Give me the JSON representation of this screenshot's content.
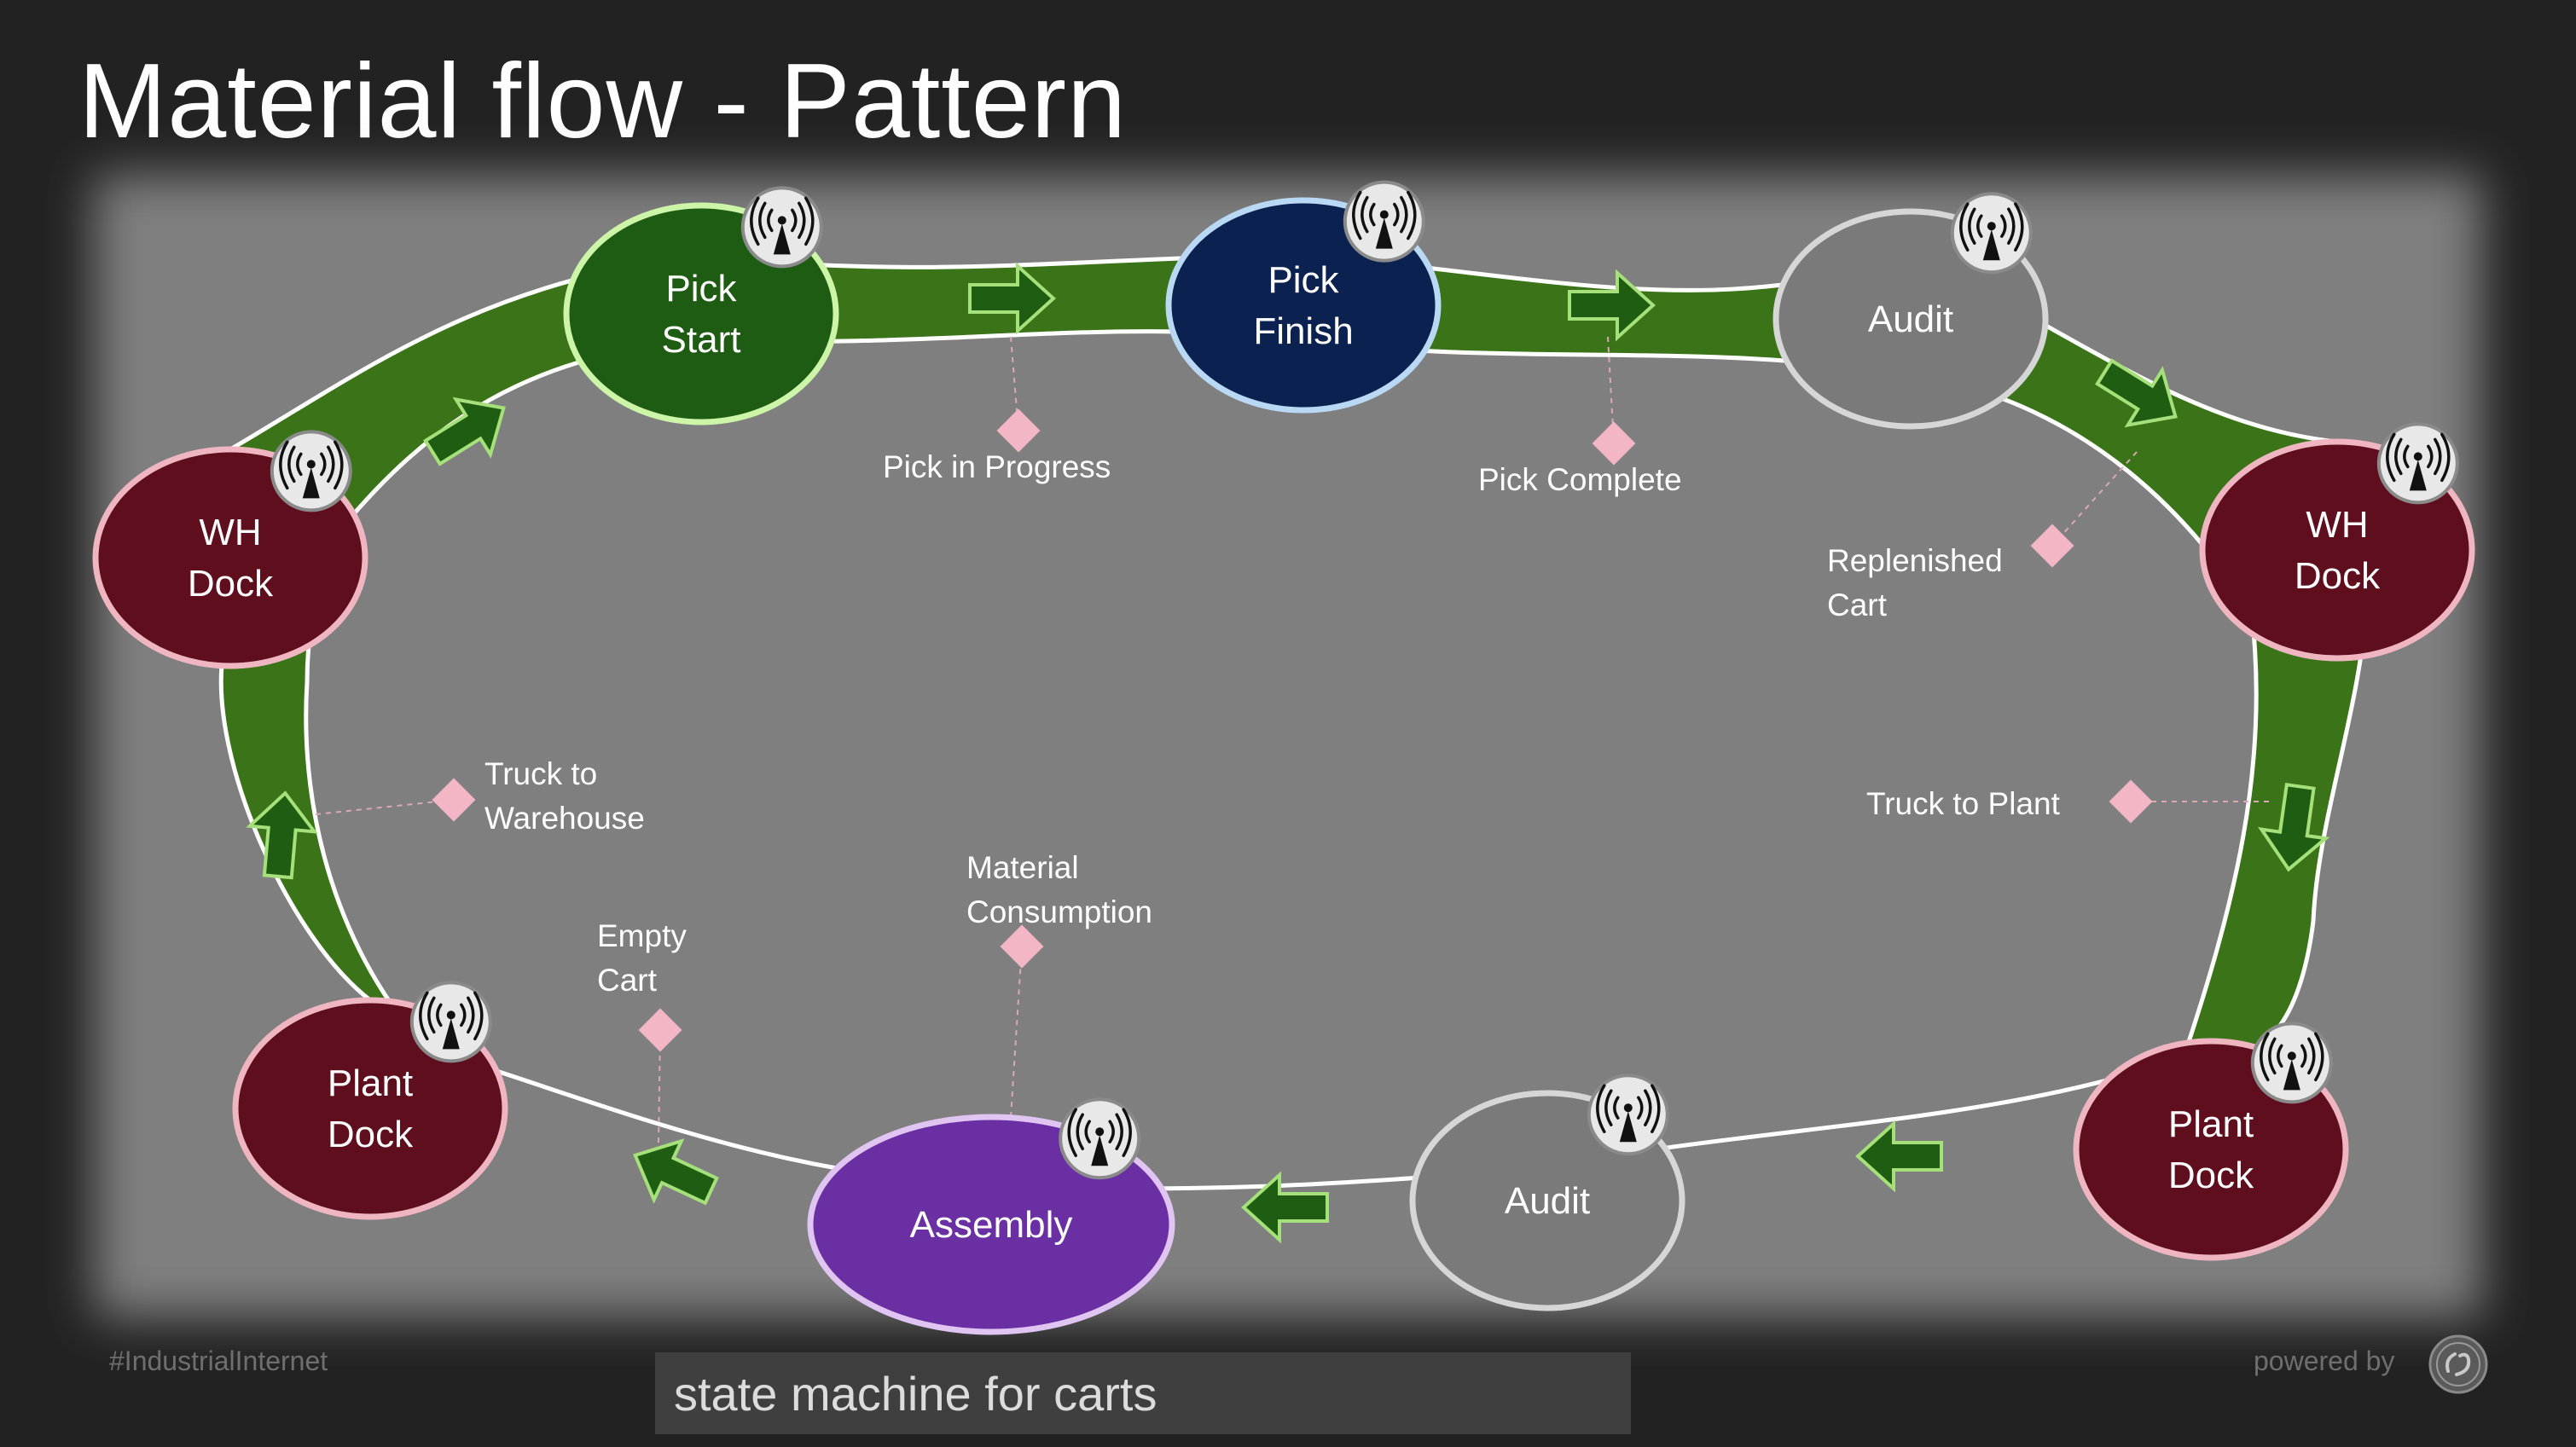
{
  "title": "Material flow - Pattern",
  "nodes": [
    {
      "id": "pick-start",
      "lines": [
        "Pick",
        "Start"
      ],
      "color": "#1e5c14",
      "border": "#ccf5a8"
    },
    {
      "id": "pick-finish",
      "lines": [
        "Pick",
        "Finish"
      ],
      "color": "#0b2250",
      "border": "#b9d8f3"
    },
    {
      "id": "audit-top",
      "lines": [
        "Audit"
      ],
      "color": "#7a7a7a",
      "border": "#d6d6d6"
    },
    {
      "id": "wh-dock-right",
      "lines": [
        "WH",
        "Dock"
      ],
      "color": "#5e0e1c",
      "border": "#efb6c2"
    },
    {
      "id": "plant-dock-right",
      "lines": [
        "Plant",
        "Dock"
      ],
      "color": "#5e0e1c",
      "border": "#efb6c2"
    },
    {
      "id": "audit-bottom",
      "lines": [
        "Audit"
      ],
      "color": "#7a7a7a",
      "border": "#d6d6d6"
    },
    {
      "id": "assembly",
      "lines": [
        "Assembly"
      ],
      "color": "#6a2fa2",
      "border": "#e0c4f2"
    },
    {
      "id": "plant-dock-left",
      "lines": [
        "Plant",
        "Dock"
      ],
      "color": "#5e0e1c",
      "border": "#efb6c2"
    },
    {
      "id": "wh-dock-left",
      "lines": [
        "WH",
        "Dock"
      ],
      "color": "#5e0e1c",
      "border": "#efb6c2"
    }
  ],
  "states": [
    {
      "id": "pick-in-progress",
      "lines": [
        "Pick in Progress"
      ]
    },
    {
      "id": "pick-complete",
      "lines": [
        "Pick Complete"
      ]
    },
    {
      "id": "replenished-cart",
      "lines": [
        "Replenished",
        "Cart"
      ]
    },
    {
      "id": "truck-to-plant",
      "lines": [
        "Truck to Plant"
      ]
    },
    {
      "id": "material-consumption",
      "lines": [
        "Material",
        "Consumption"
      ]
    },
    {
      "id": "empty-cart",
      "lines": [
        "Empty",
        "Cart"
      ]
    },
    {
      "id": "truck-to-warehouse",
      "lines": [
        "Truck to",
        "Warehouse"
      ]
    }
  ],
  "colors": {
    "flow": "#3a7318",
    "arrow": "#1f5e12",
    "arrow_edge": "#a6e07a",
    "state_marker": "#f3b6c4",
    "panel": "#7f7f7f"
  },
  "icons": {
    "rfid": "rfid-tag-icon",
    "logo": "ge-logo-icon"
  },
  "footer": {
    "hashtag": "#IndustrialInternet",
    "caption": "state machine for carts",
    "powered_by": "powered by"
  }
}
